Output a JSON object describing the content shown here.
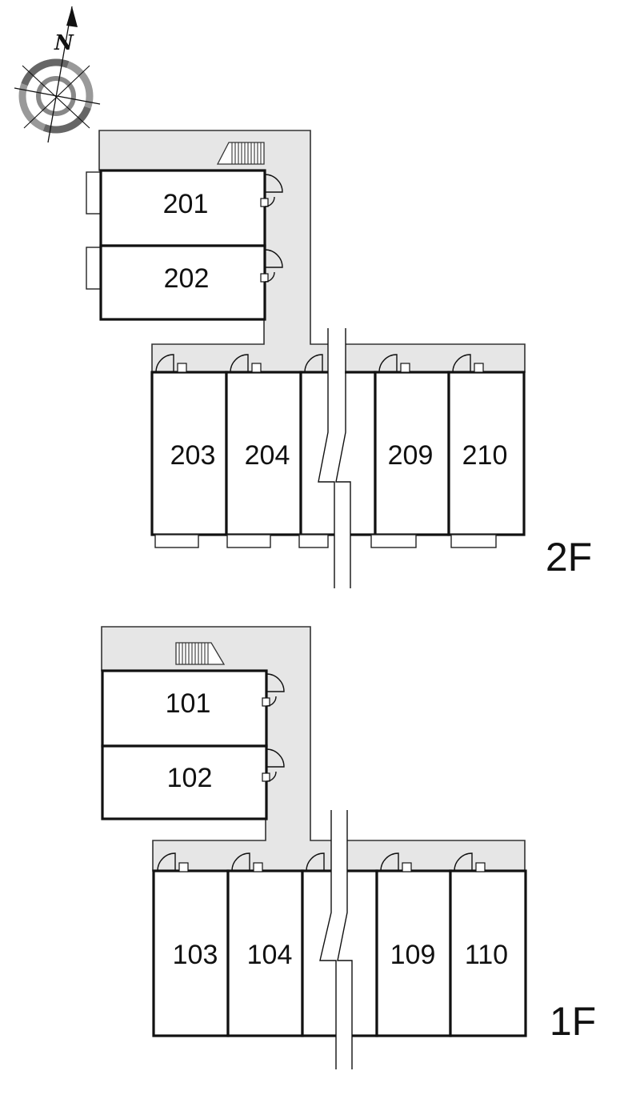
{
  "compass": {
    "label": "N",
    "icon": "compass-rose-icon"
  },
  "floors": [
    {
      "id": "2F",
      "label": "2F",
      "rooms": [
        "201",
        "202",
        "203",
        "204",
        "209",
        "210"
      ]
    },
    {
      "id": "1F",
      "label": "1F",
      "rooms": [
        "101",
        "102",
        "103",
        "104",
        "109",
        "110"
      ]
    }
  ],
  "colors": {
    "corridor": "#e6e6e6",
    "walls": "#111111",
    "background": "#ffffff"
  }
}
